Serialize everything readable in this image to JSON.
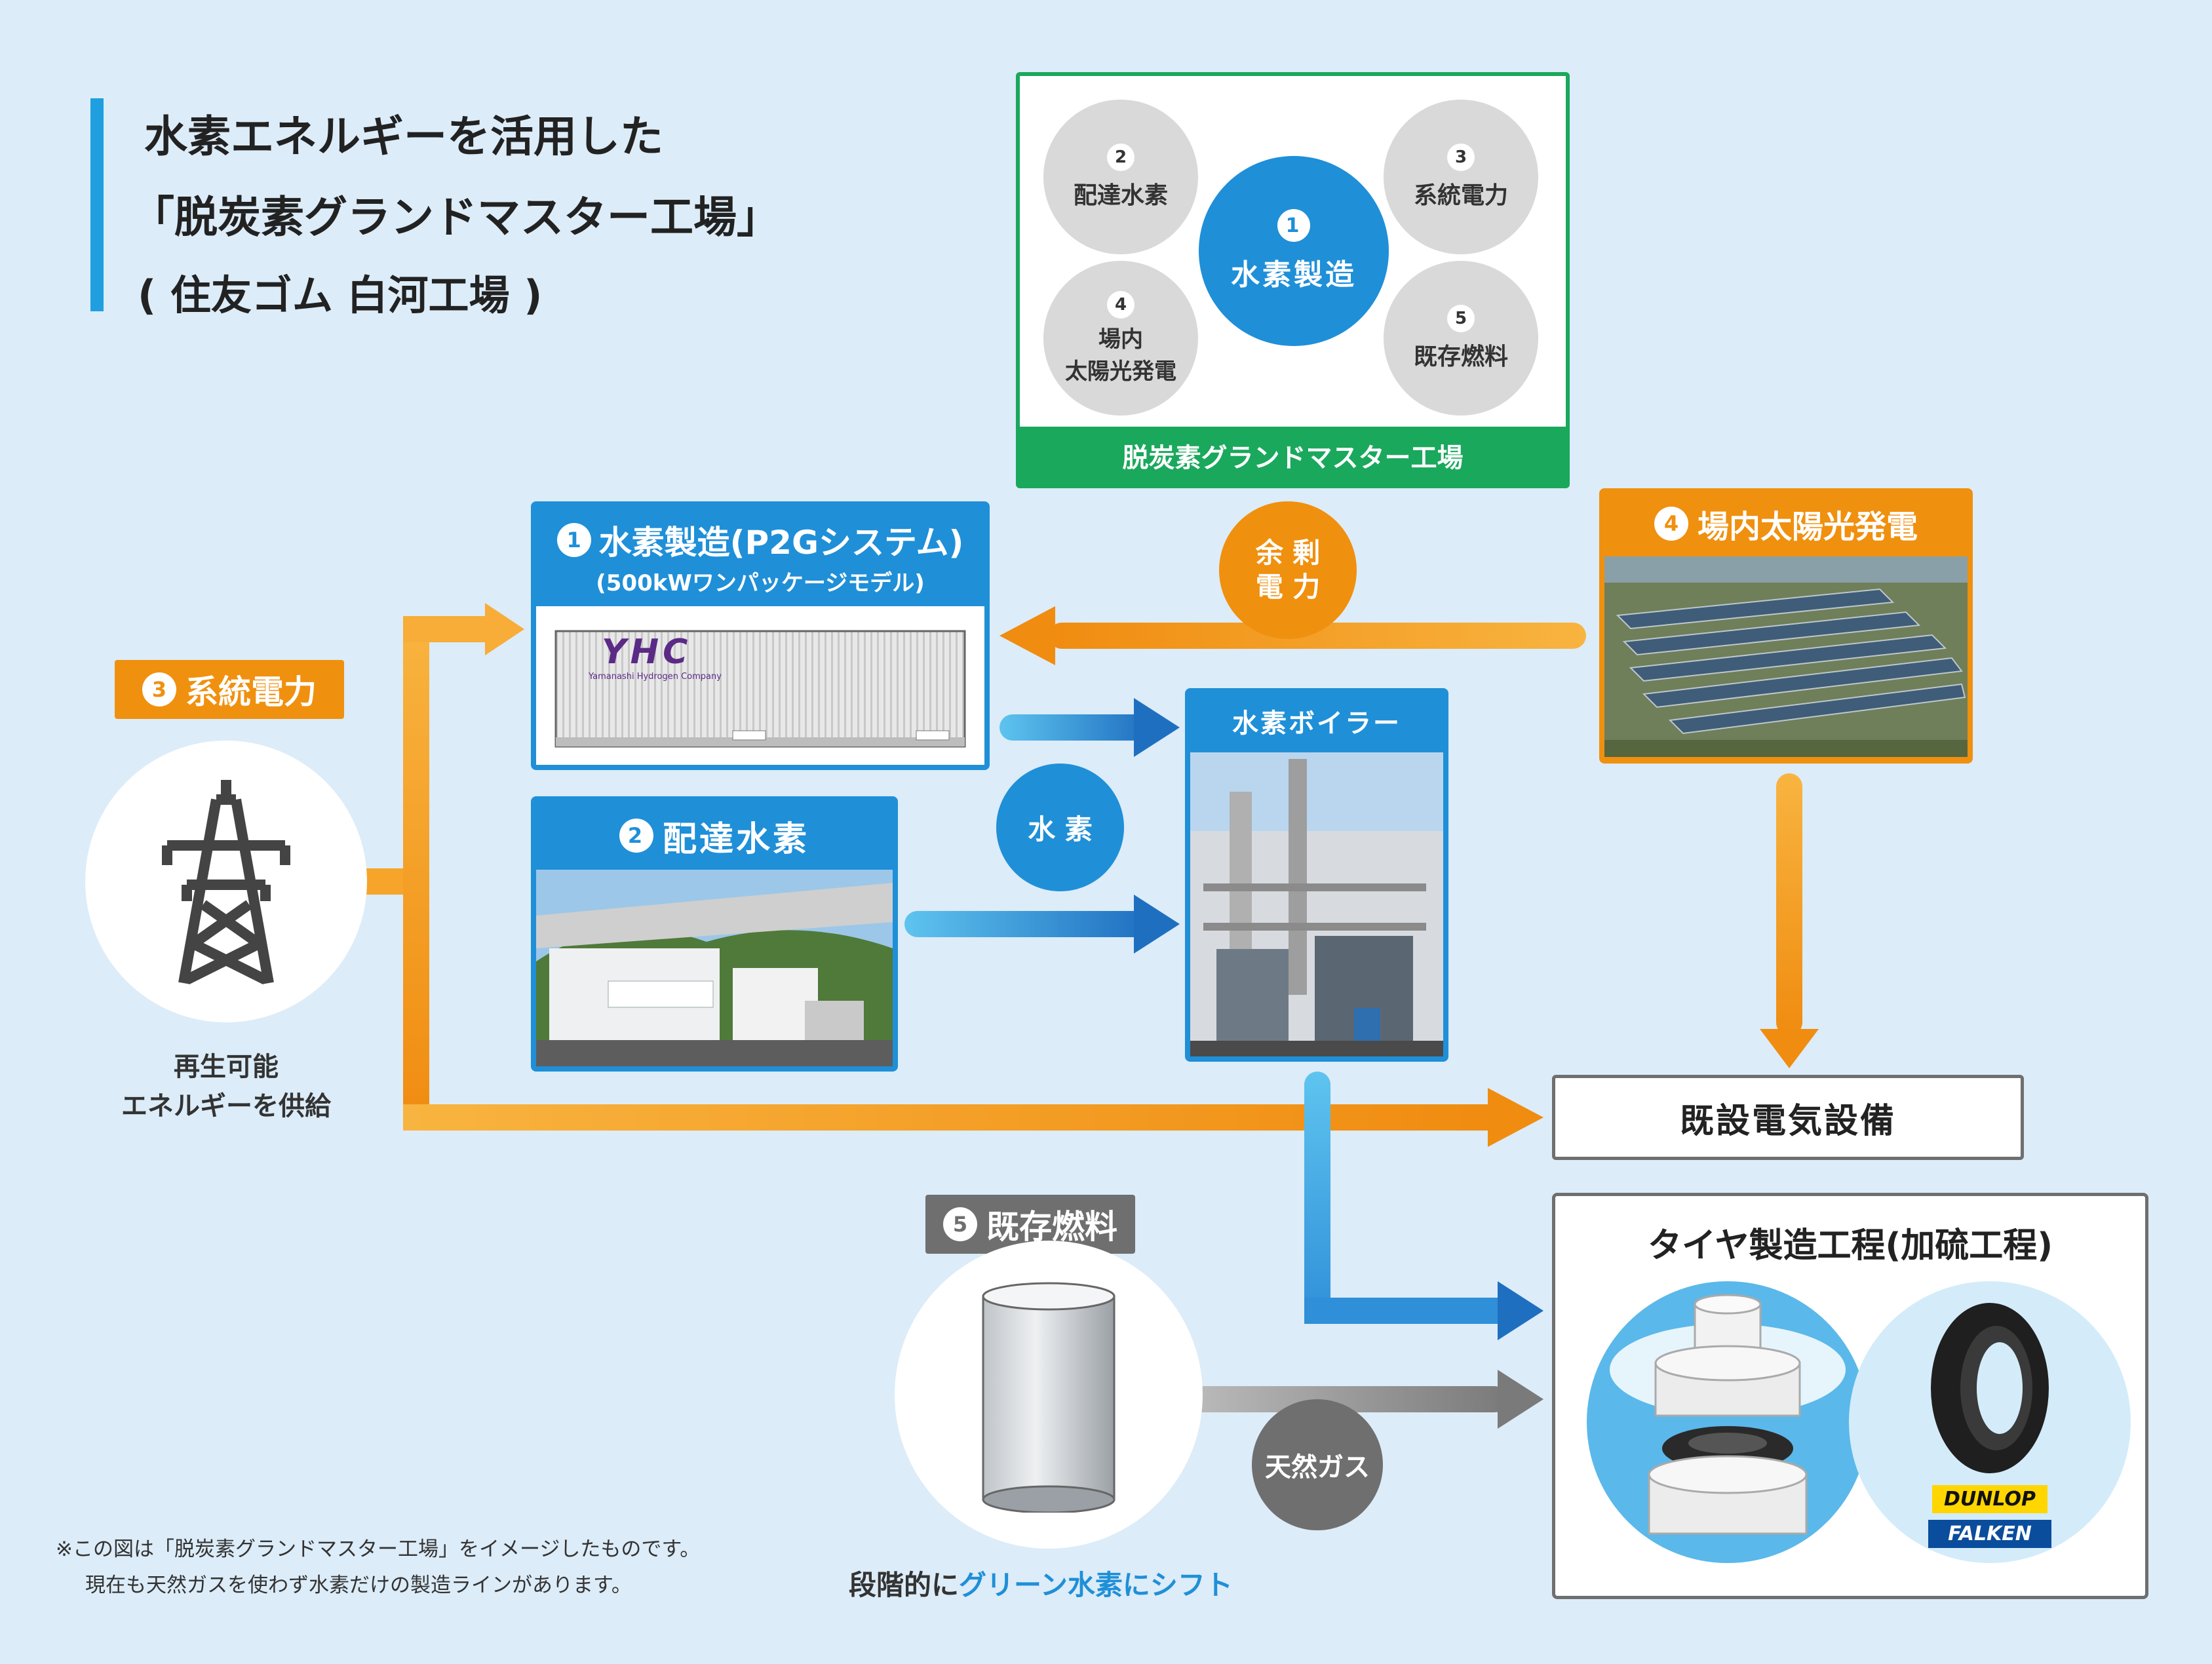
{
  "title": {
    "line1": "水素エネルギーを活用した",
    "line2": "「脱炭素グランドマスター工場」",
    "line3": "( 住友ゴム 白河工場 )"
  },
  "overview": {
    "items": [
      {
        "num": "2",
        "label": "配達水素"
      },
      {
        "num": "3",
        "label": "系統電力"
      },
      {
        "num": "1",
        "label": "水素製造"
      },
      {
        "num": "4",
        "label_1": "場内",
        "label_2": "太陽光発電"
      },
      {
        "num": "5",
        "label": "既存燃料"
      }
    ],
    "footer": "脱炭素グランドマスター工場"
  },
  "p2g": {
    "num": "1",
    "title": "水素製造(P2Gシステム)",
    "subtitle": "(500kWワンパッケージモデル)",
    "container_logo": "YHC",
    "container_caption": "Yamanashi Hydrogen Company"
  },
  "delivered": {
    "num": "2",
    "title": "配達水素"
  },
  "grid": {
    "num": "3",
    "title": "系統電力",
    "caption_1": "再生可能",
    "caption_2": "エネルギーを供給"
  },
  "solar": {
    "num": "4",
    "title": "場内太陽光発電"
  },
  "fuel": {
    "num": "5",
    "title": "既存燃料"
  },
  "boiler": {
    "title": "水素ボイラー"
  },
  "bubbles": {
    "surplus_1": "余 剰",
    "surplus_2": "電 力",
    "hydrogen": "水 素",
    "gas": "天然ガス"
  },
  "equipment": {
    "title": "既設電気設備"
  },
  "tire": {
    "title": "タイヤ製造工程(加硫工程)",
    "brand_1": "DUNLOP",
    "brand_2": "FALKEN"
  },
  "shift": {
    "prefix": "段階的に",
    "highlight": "グリーン水素にシフト"
  },
  "note": {
    "line1": "※この図は「脱炭素グランドマスター工場」をイメージしたものです。",
    "line2": "現在も天然ガスを使わず水素だけの製造ラインがあります。"
  },
  "colors": {
    "background": "#dcecf8",
    "blue": "#1f8fd8",
    "orange": "#f0900f",
    "green": "#1aa85c",
    "gray": "#7a7a7a"
  }
}
